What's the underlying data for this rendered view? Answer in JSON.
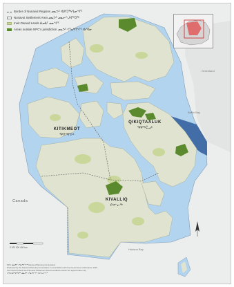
{
  "legend": {
    "items": [
      {
        "key": "border",
        "label": "Border of Nunavut Regions ᓄᓇᕗᑦ ᐊᕕᒃᑐᖅᓯᒪᓂᖏᑦ"
      },
      {
        "key": "settlement",
        "label": "Nunavut Settlement Area ᓄᓇᕗᑦ ᓄᓇᓕᖕᒍᐊᖅᑐᖅ"
      },
      {
        "key": "inuit",
        "label": "Inuit Owned Lands ᐃᓄᐃᑦ ᓄᓇᖏᑦ"
      },
      {
        "key": "mpa",
        "label": "Areas outside NPC's jurisdiction ᓄᓇᕗᑦ ᐸᕐᓇᒃᑎᖏᑦ ᐊᓯᐊᓂ"
      }
    ]
  },
  "regions": {
    "kitikmeot": {
      "name": "KITIKMEOT",
      "syllabics": "ᕿᑎᖅᒥᐅᑦ"
    },
    "qikiqtaaluk": {
      "name": "QIKIQTAALUK",
      "syllabics": "ᕿᑭᖅᑖᓗᒃ"
    },
    "kivalliq": {
      "name": "KIVALLIQ",
      "syllabics": "ᑭᕙᓪᓕᖅ"
    }
  },
  "labels": {
    "canada": "Canada",
    "sea_a": "Baffin Bay",
    "sea_b": "Hudson Bay",
    "sea_c": "Greenland"
  },
  "scale": {
    "label": "0 100 200 400 km"
  },
  "footer": {
    "line1": "NPC ᓄᓇᕗᑦ ᐸᕐᓇᒃᑎᖏᑦ Nunavut Planning Commission",
    "line2": "Produced by the Nunavut Planning Commission in consultation with the Government of Nunavut. 2016.",
    "line3": "Inuit Owned Lands and Nunavut Settlement Area boundaries shown are approximate only.",
    "line4": "ᐊᒃᑐᐊᓂᖃᖅᑐᖅ ᓄᓇᕗᑦ ᐸᕐᓇᒃᑎᖏᑦ ᐱᓕᕆᐊᖏᑦ"
  },
  "colors": {
    "ocean": "#b3d4ef",
    "land": "#dfe3d0",
    "ownedLand": "#c9d79a",
    "mpa": "#5b8a2e",
    "coastBand": "#2f5a9a",
    "outside": "#e9eaea"
  }
}
